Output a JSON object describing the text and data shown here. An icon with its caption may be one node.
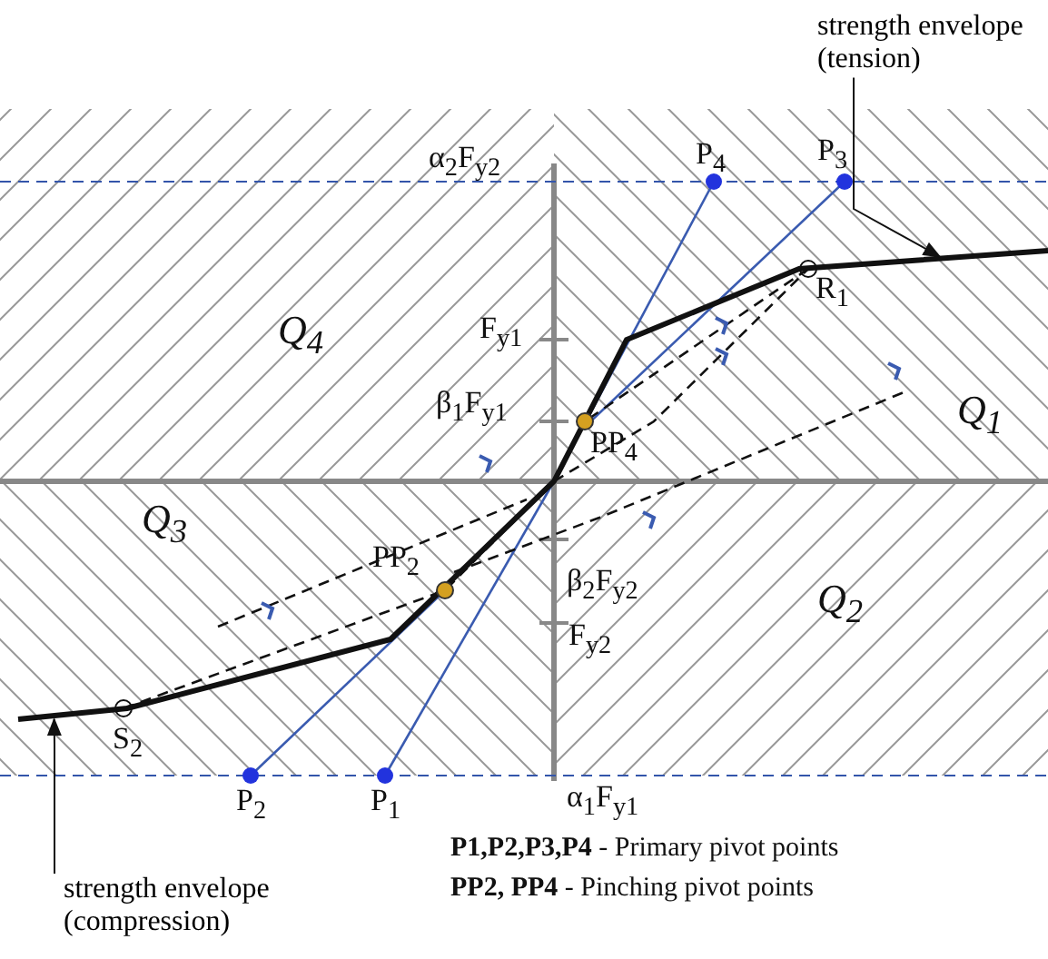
{
  "diagram": {
    "nodes": [
      {
        "text": [
          "strength envelope (tension)"
        ]
      },
      {
        "text": [
          "strength envelope (compression)"
        ]
      },
      {
        "text": [],
        "shape": "curve"
      }
    ],
    "edges": [
      {
        "from": 0,
        "to": 2,
        "arrow": "to"
      },
      {
        "from": 1,
        "to": 2,
        "arrow": "to"
      }
    ],
    "labels": [
      "α$_{2}$F$_{y2}$",
      "P$_{4}$",
      "P$_{3}$",
      "F$_{y1}$",
      "R$_{1}$",
      "Q$_{4}$",
      "β$_{1}$F$_{y1}$",
      "Q$_{1}$",
      "PP$_{4}$",
      "Q$_{3}$",
      "PP$_{2}$",
      "β$_{2}$F$_{y2}$",
      "F$_{y2}$",
      "Q$_{2}$",
      "S$_{2}$",
      "P$_{2}$",
      "P$_{1}$",
      "α$_{1}$F$_{y1}$",
      "**P1,P2,P3,P4** - Primary pivot points",
      "**PP2, PP4** -  Pinching pivot points"
    ]
  }
}
